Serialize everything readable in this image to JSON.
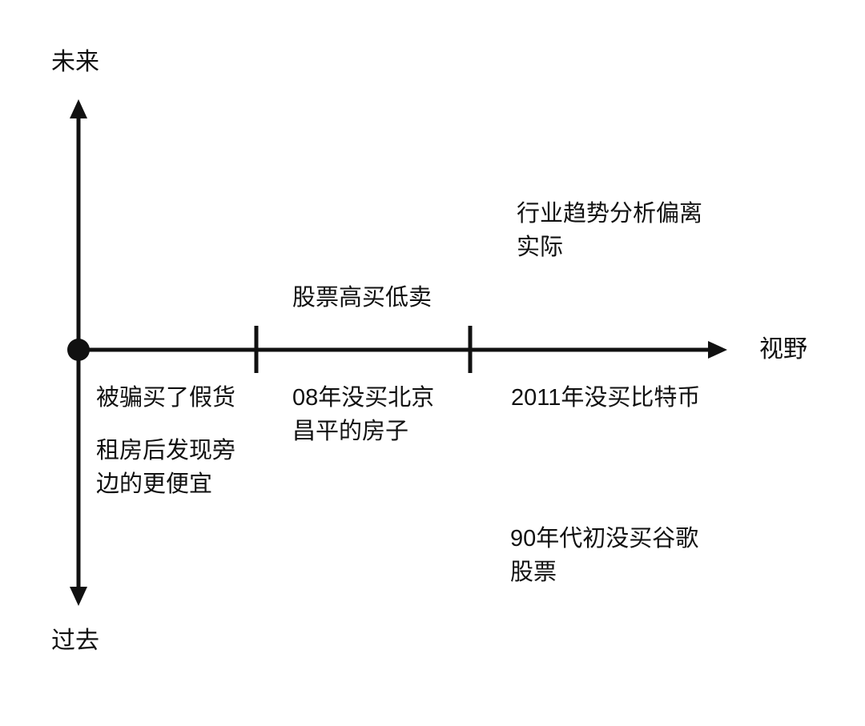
{
  "axes": {
    "y_top_label": "未来",
    "y_bottom_label": "过去",
    "x_label": "视野"
  },
  "annotations": [
    {
      "id": "industry-trend",
      "text": "行业趋势分析偏离\n实际",
      "region": "upper-right-of-axis"
    },
    {
      "id": "stock-high-buy-low-sell",
      "text": "股票高买低卖",
      "region": "above-axis-middle"
    },
    {
      "id": "fake-goods",
      "text": "被骗买了假货",
      "region": "below-axis-left"
    },
    {
      "id": "rent-cheaper-nearby",
      "text": "租房后发现旁\n边的更便宜",
      "region": "below-axis-left"
    },
    {
      "id": "beijing-changping-house",
      "text": "08年没买北京\n昌平的房子",
      "region": "below-axis-middle"
    },
    {
      "id": "bitcoin-2011",
      "text": "2011年没买比特币",
      "region": "below-axis-right"
    },
    {
      "id": "google-stock-90s",
      "text": "90年代初没买谷歌\n股票",
      "region": "lower-right-of-axis"
    }
  ],
  "colors": {
    "ink": "#111111",
    "background": "#ffffff"
  }
}
